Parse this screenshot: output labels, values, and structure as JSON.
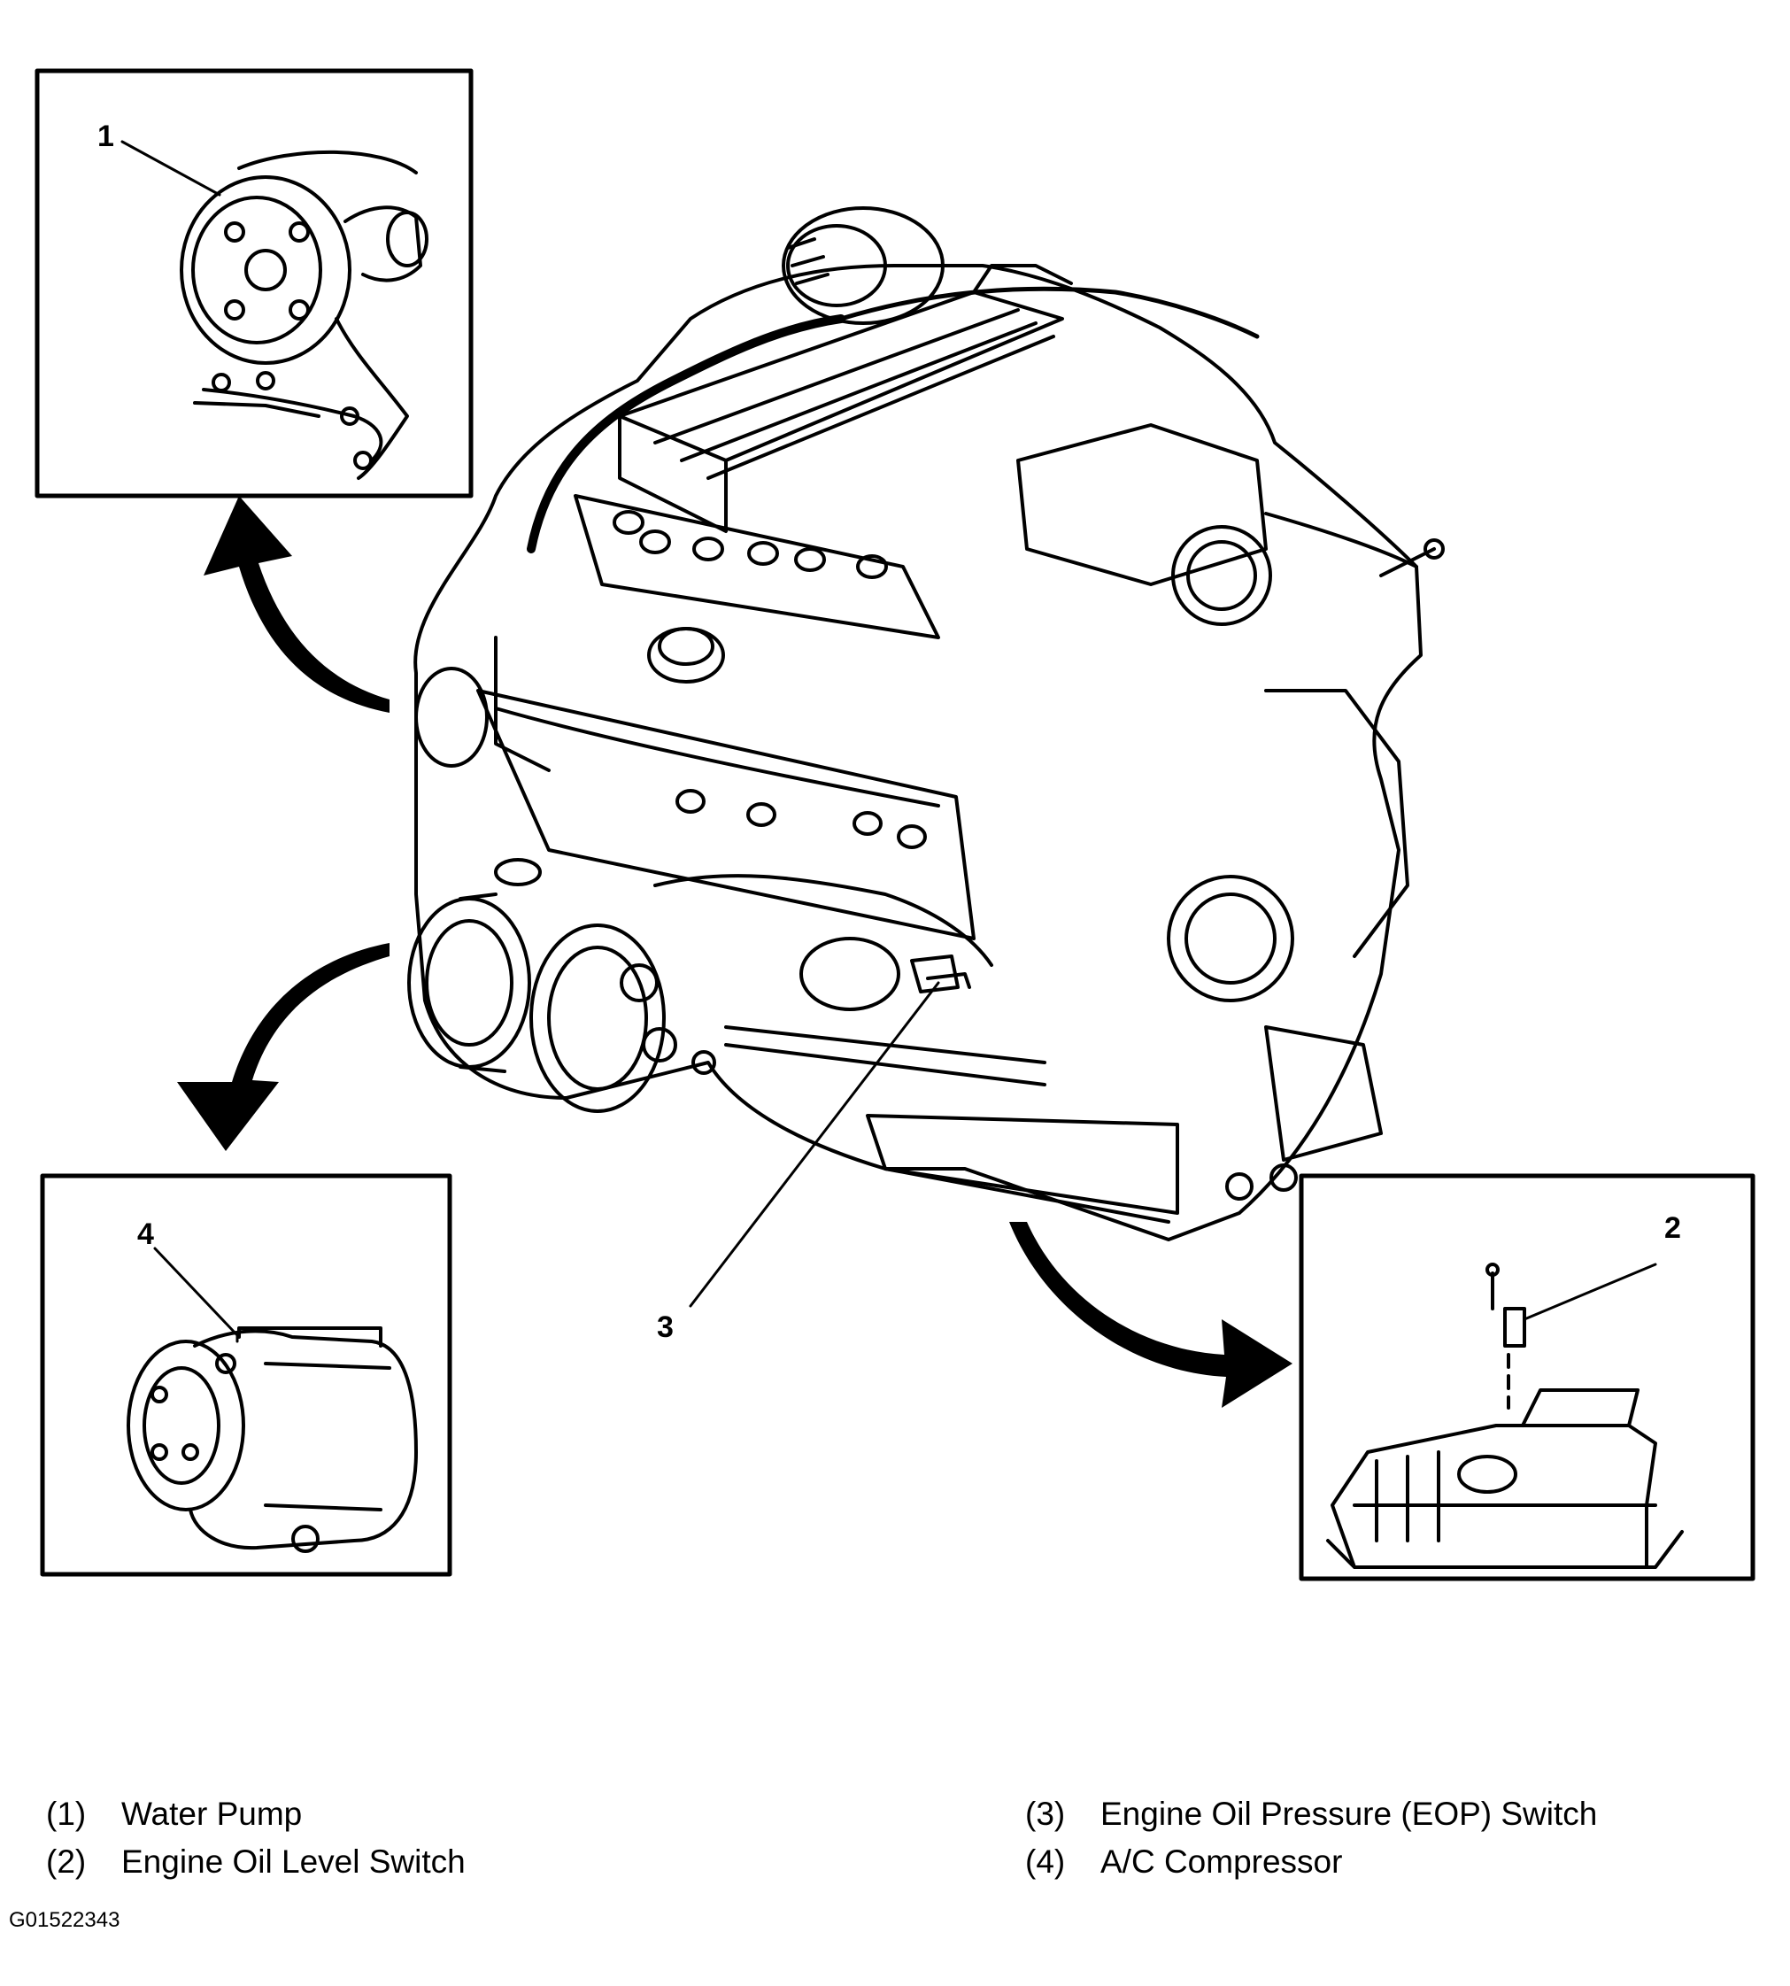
{
  "callouts": [
    "1",
    "2",
    "3",
    "4"
  ],
  "legend": [
    {
      "num": "(1)",
      "label": "Water Pump"
    },
    {
      "num": "(2)",
      "label": "Engine Oil Level Switch"
    },
    {
      "num": "(3)",
      "label": "Engine Oil Pressure (EOP) Switch"
    },
    {
      "num": "(4)",
      "label": "A/C Compressor"
    }
  ],
  "figure_id": "G01522343",
  "colors": {
    "ink": "#000000",
    "paper": "#ffffff"
  }
}
